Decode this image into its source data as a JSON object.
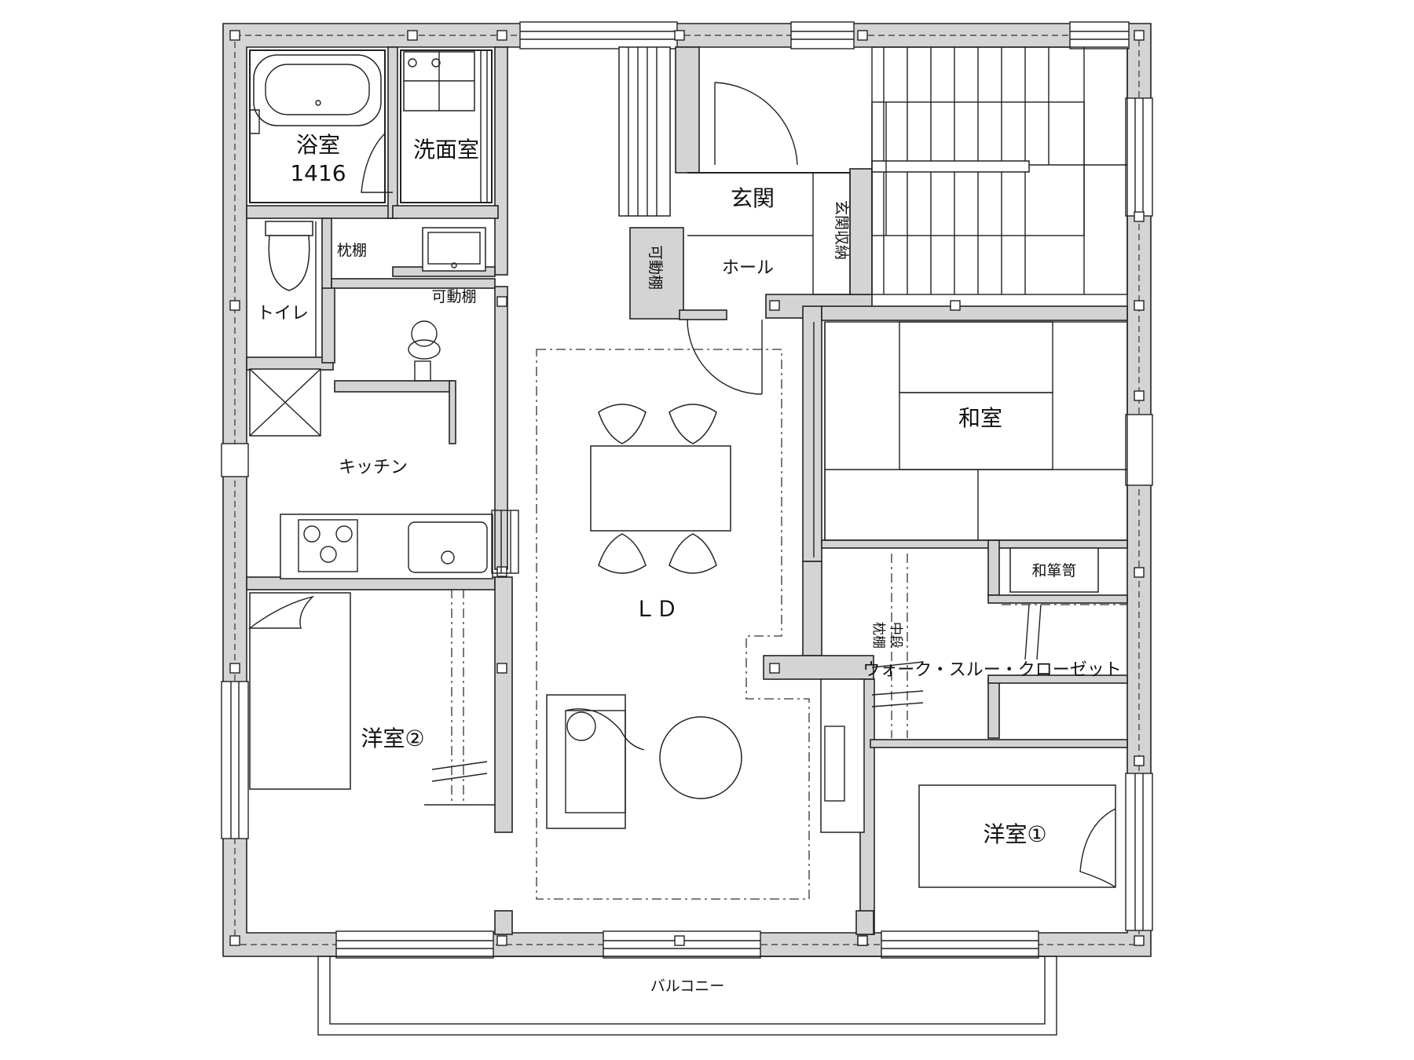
{
  "rooms": {
    "bathroom": "浴室",
    "bathroom_size": "1416",
    "washroom": "洗面室",
    "entrance": "玄関",
    "entrance_storage": "玄関収納",
    "hall": "ホール",
    "movable_shelf_vertical": "可動棚",
    "movable_shelf": "可動棚",
    "pillow_shelf": "枕棚",
    "toilet": "トイレ",
    "kitchen": "キッチン",
    "living_dining": "ＬＤ",
    "japanese_room": "和室",
    "japanese_chest": "和箪笥",
    "pillow_shelf_mid": "枕棚",
    "mid_shelf": "中段",
    "walk_through_closet": "ウォーク・スルー・クローゼット",
    "western_room_2": "洋室②",
    "western_room_1": "洋室①",
    "balcony": "バルコニー"
  }
}
